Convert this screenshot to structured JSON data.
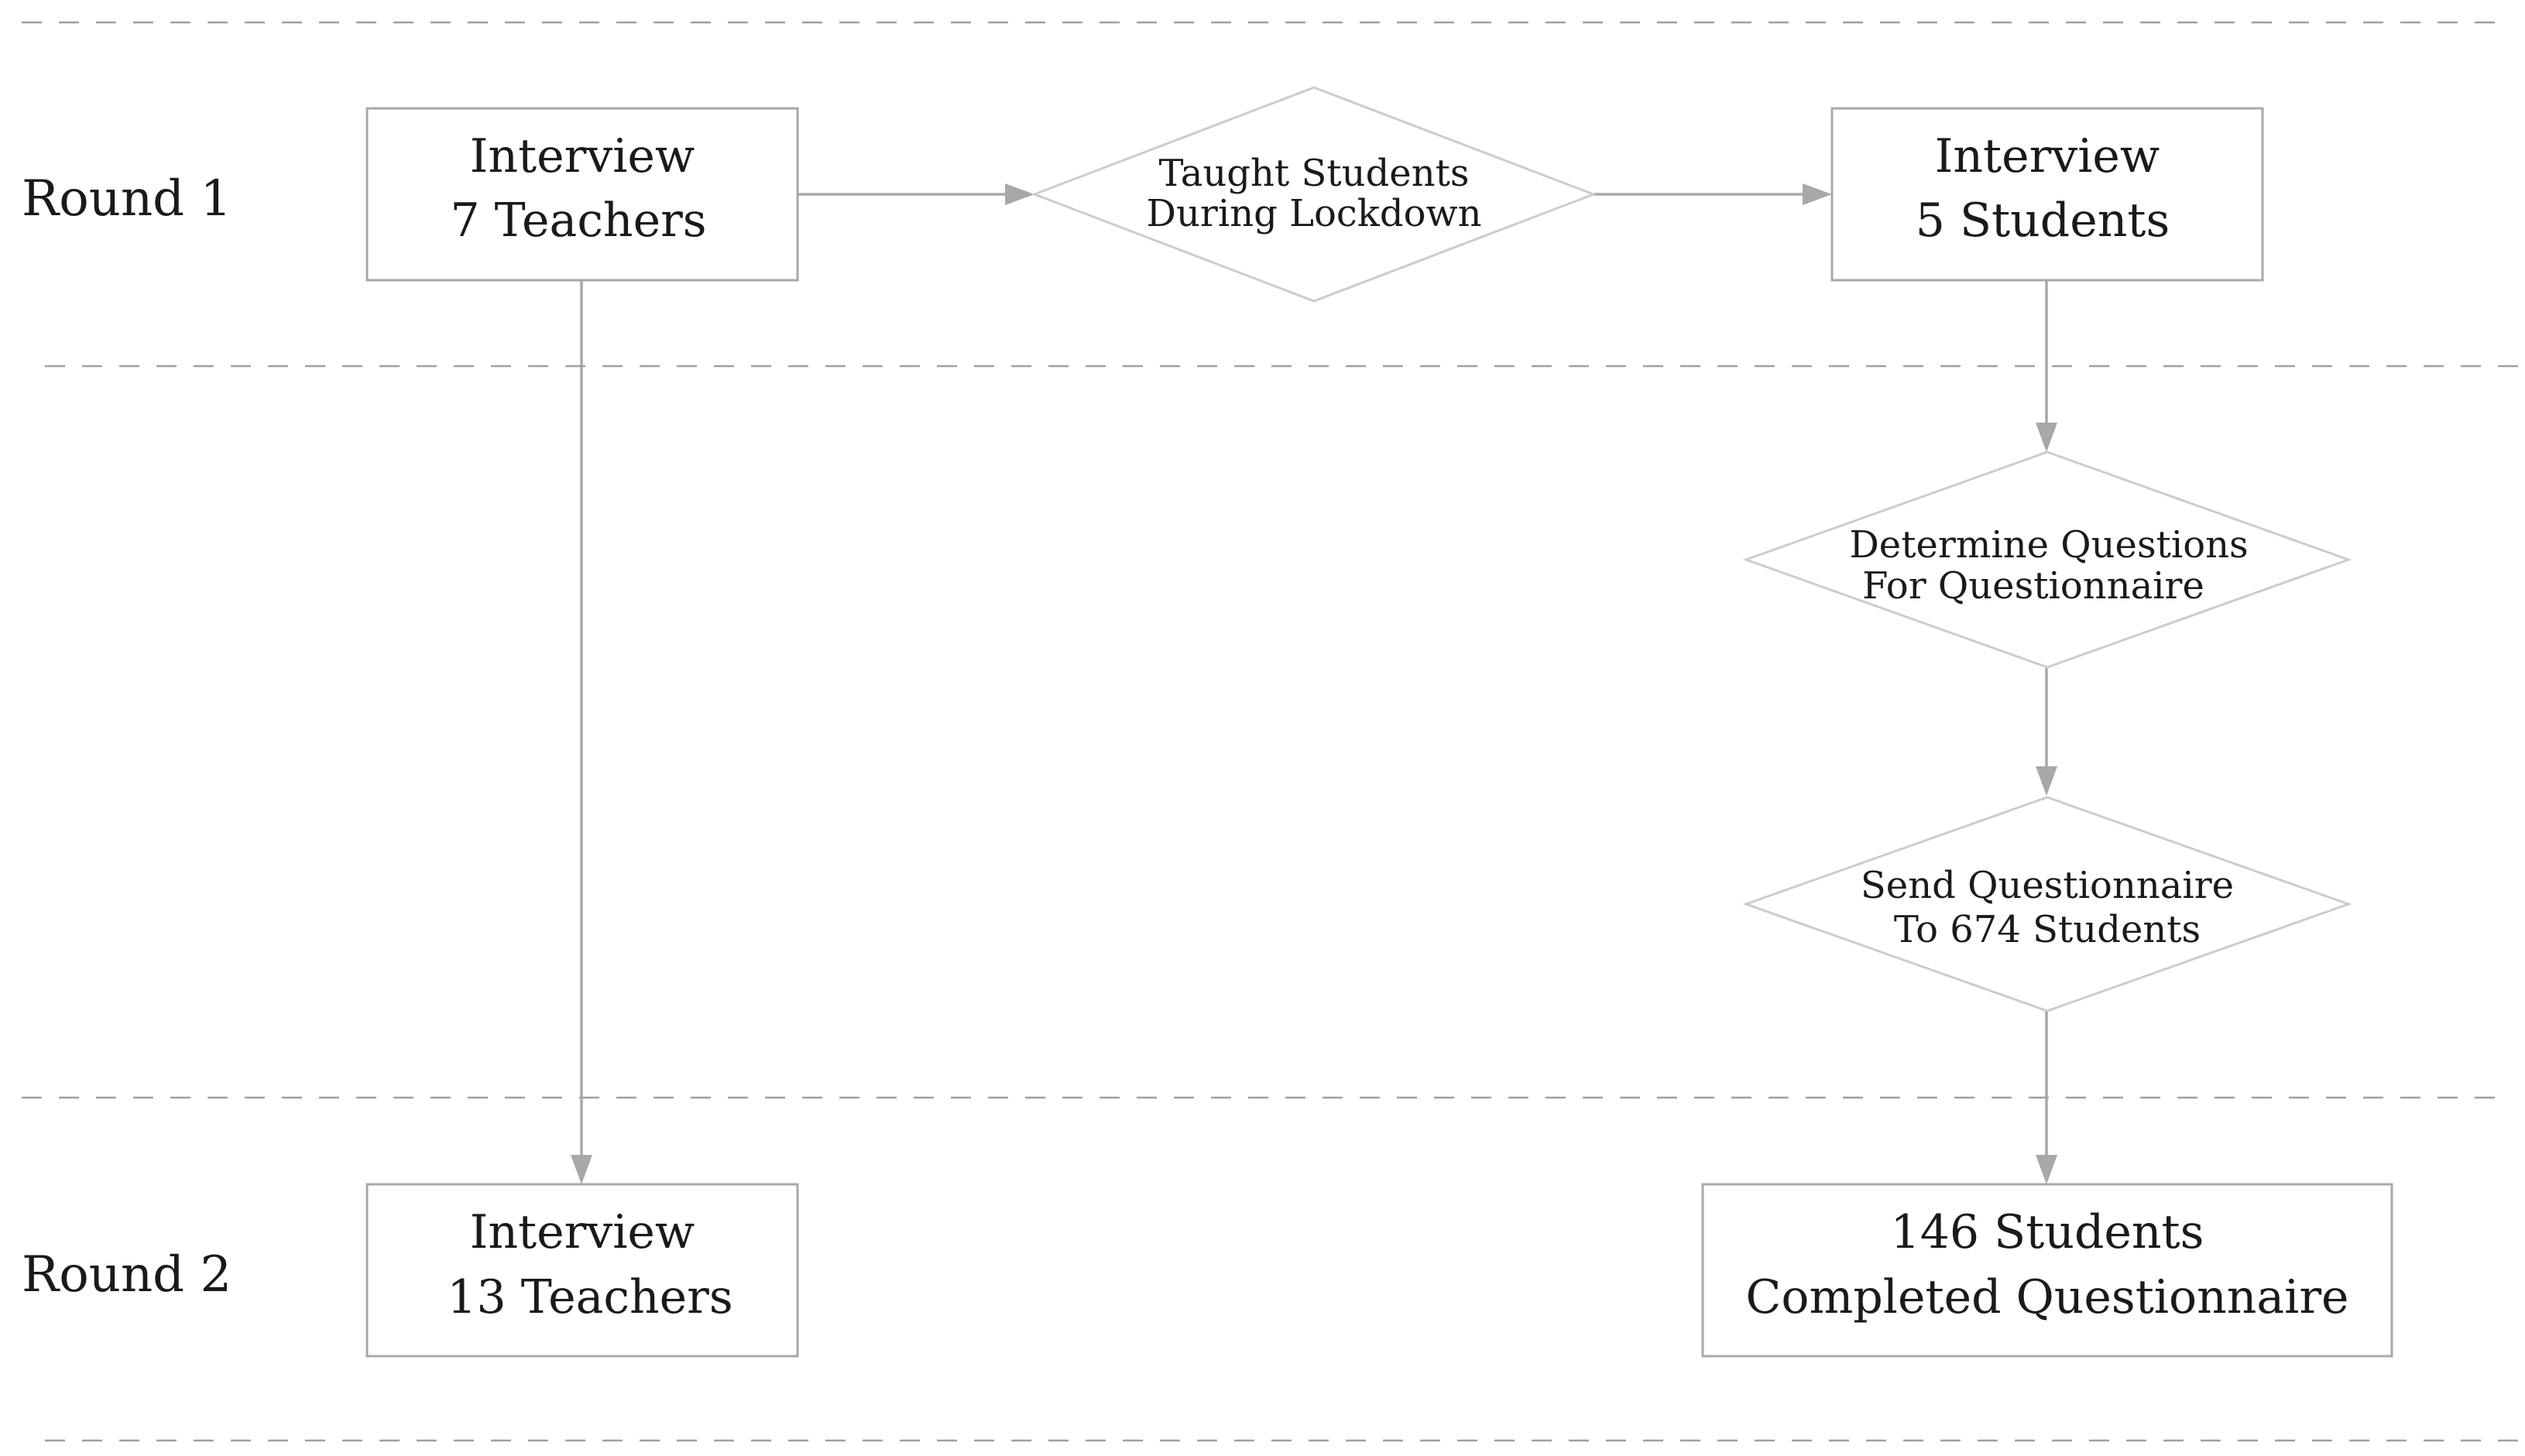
{
  "rounds": {
    "round1": "Round 1",
    "round2": "Round 2"
  },
  "nodes": {
    "interview_teachers_r1": {
      "line1": "Interview",
      "line2": "7 Teachers"
    },
    "taught_students": {
      "line1": "Taught Students",
      "line2": "During Lockdown"
    },
    "interview_students": {
      "line1": "Interview",
      "line2": "5 Students"
    },
    "determine_questions": {
      "line1": "Determine Questions",
      "line2": "For Questionnaire"
    },
    "send_questionnaire": {
      "line1": "Send Questionnaire",
      "line2": "To 674 Students"
    },
    "interview_teachers_r2": {
      "line1": "Interview",
      "line2": "13 Teachers"
    },
    "completed_questionnaire": {
      "line1": "146 Students",
      "line2": "Completed Questionnaire"
    }
  },
  "colors": {
    "box_border": "#a8a8a8",
    "diamond_border": "#cccccc",
    "arrow": "#a8a8a8",
    "divider": "#a0a0a0",
    "text": "#1a1a1a"
  }
}
